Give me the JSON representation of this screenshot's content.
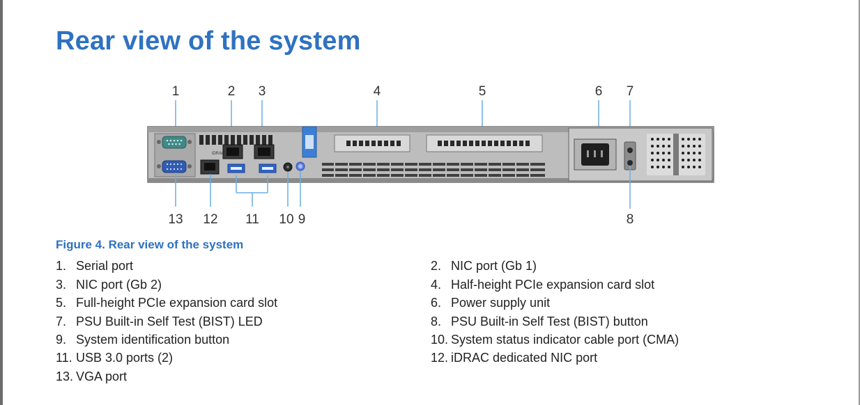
{
  "page_title": "Rear view of the system",
  "figure_caption": "Figure 4. Rear view of the system",
  "figure": {
    "panel_label": "iDRAC",
    "callouts_top": [
      "1",
      "2",
      "3",
      "4",
      "5",
      "6",
      "7"
    ],
    "callouts_bottom": [
      "13",
      "12",
      "11",
      "10",
      "9",
      "8"
    ]
  },
  "legend": [
    {
      "num": "1.",
      "text": "Serial port"
    },
    {
      "num": "2.",
      "text": "NIC port (Gb 1)"
    },
    {
      "num": "3.",
      "text": "NIC port (Gb 2)"
    },
    {
      "num": "4.",
      "text": "Half-height PCIe expansion card slot"
    },
    {
      "num": "5.",
      "text": "Full-height PCIe expansion card slot"
    },
    {
      "num": "6.",
      "text": "Power supply unit"
    },
    {
      "num": "7.",
      "text": "PSU Built-in Self Test (BIST) LED"
    },
    {
      "num": "8.",
      "text": "PSU Built-in Self Test (BIST) button"
    },
    {
      "num": "9.",
      "text": "System identification button"
    },
    {
      "num": "10.",
      "text": "System status indicator cable port (CMA)"
    },
    {
      "num": "11.",
      "text": "USB 3.0 ports (2)"
    },
    {
      "num": "12.",
      "text": "iDRAC dedicated NIC port"
    },
    {
      "num": "13.",
      "text": "VGA port"
    }
  ]
}
